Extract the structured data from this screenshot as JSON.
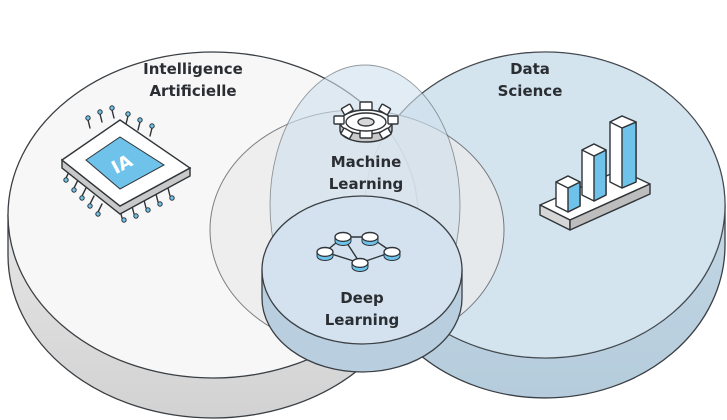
{
  "diagram": {
    "ai": {
      "label_line1": "Intelligence",
      "label_line2": "Artificielle",
      "chip_text": "IA"
    },
    "data_science": {
      "label_line1": "Data",
      "label_line2": "Science"
    },
    "machine_learning": {
      "label_line1": "Machine",
      "label_line2": "Learning"
    },
    "deep_learning": {
      "label_line1": "Deep",
      "label_line2": "Learning"
    }
  },
  "colors": {
    "ai_fill": "#f7f7f7",
    "data_science_fill": "#dbe8f2",
    "machine_learning_fill": "#eaeaea",
    "deep_learning_fill": "#d3e2ee",
    "outline": "#3a3f44",
    "accent_blue": "#6fc3ea",
    "icon_blue": "#a3cce6"
  },
  "icons": {
    "ai": "chip-icon",
    "data_science": "bar-chart-icon",
    "machine_learning": "gear-icon",
    "deep_learning": "neural-network-icon"
  }
}
